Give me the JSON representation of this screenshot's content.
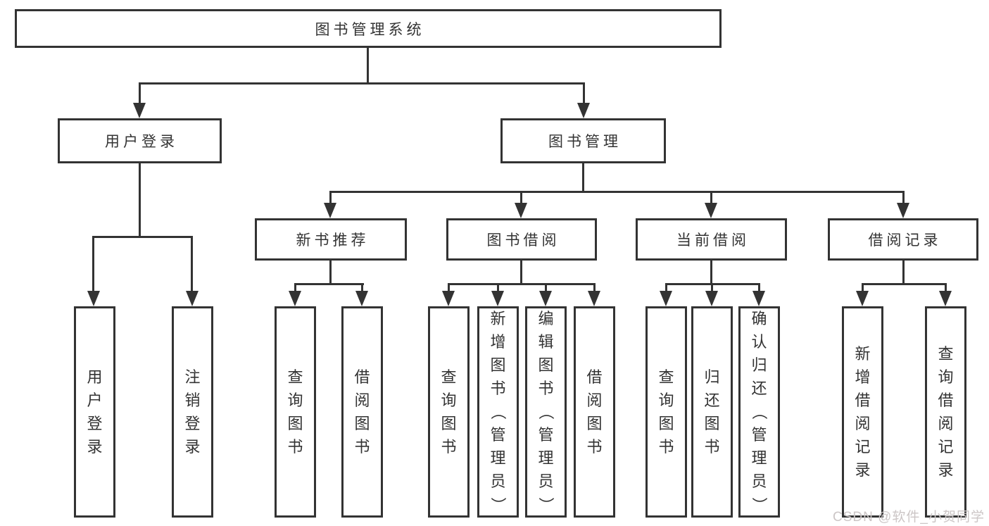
{
  "diagram": {
    "root": "图书管理系统",
    "branches": [
      {
        "label": "用户登录",
        "children": [
          "用户登录",
          "注销登录"
        ]
      },
      {
        "label": "图书管理",
        "groups": [
          {
            "label": "新书推荐",
            "children": [
              "查询图书",
              "借阅图书"
            ]
          },
          {
            "label": "图书借阅",
            "children": [
              "查询图书",
              "新增图书（管理员）",
              "编辑图书（管理员）",
              "借阅图书"
            ]
          },
          {
            "label": "当前借阅",
            "children": [
              "查询图书",
              "归还图书",
              "确认归还（管理员）"
            ]
          },
          {
            "label": "借阅记录",
            "children": [
              "新增借阅记录",
              "查询借阅记录"
            ]
          }
        ]
      }
    ]
  },
  "watermark": "CSDN @软件_小贺同学",
  "colors": {
    "line": "#333333",
    "text": "#333333",
    "background": "#ffffff",
    "watermark": "#ccc6c6"
  }
}
